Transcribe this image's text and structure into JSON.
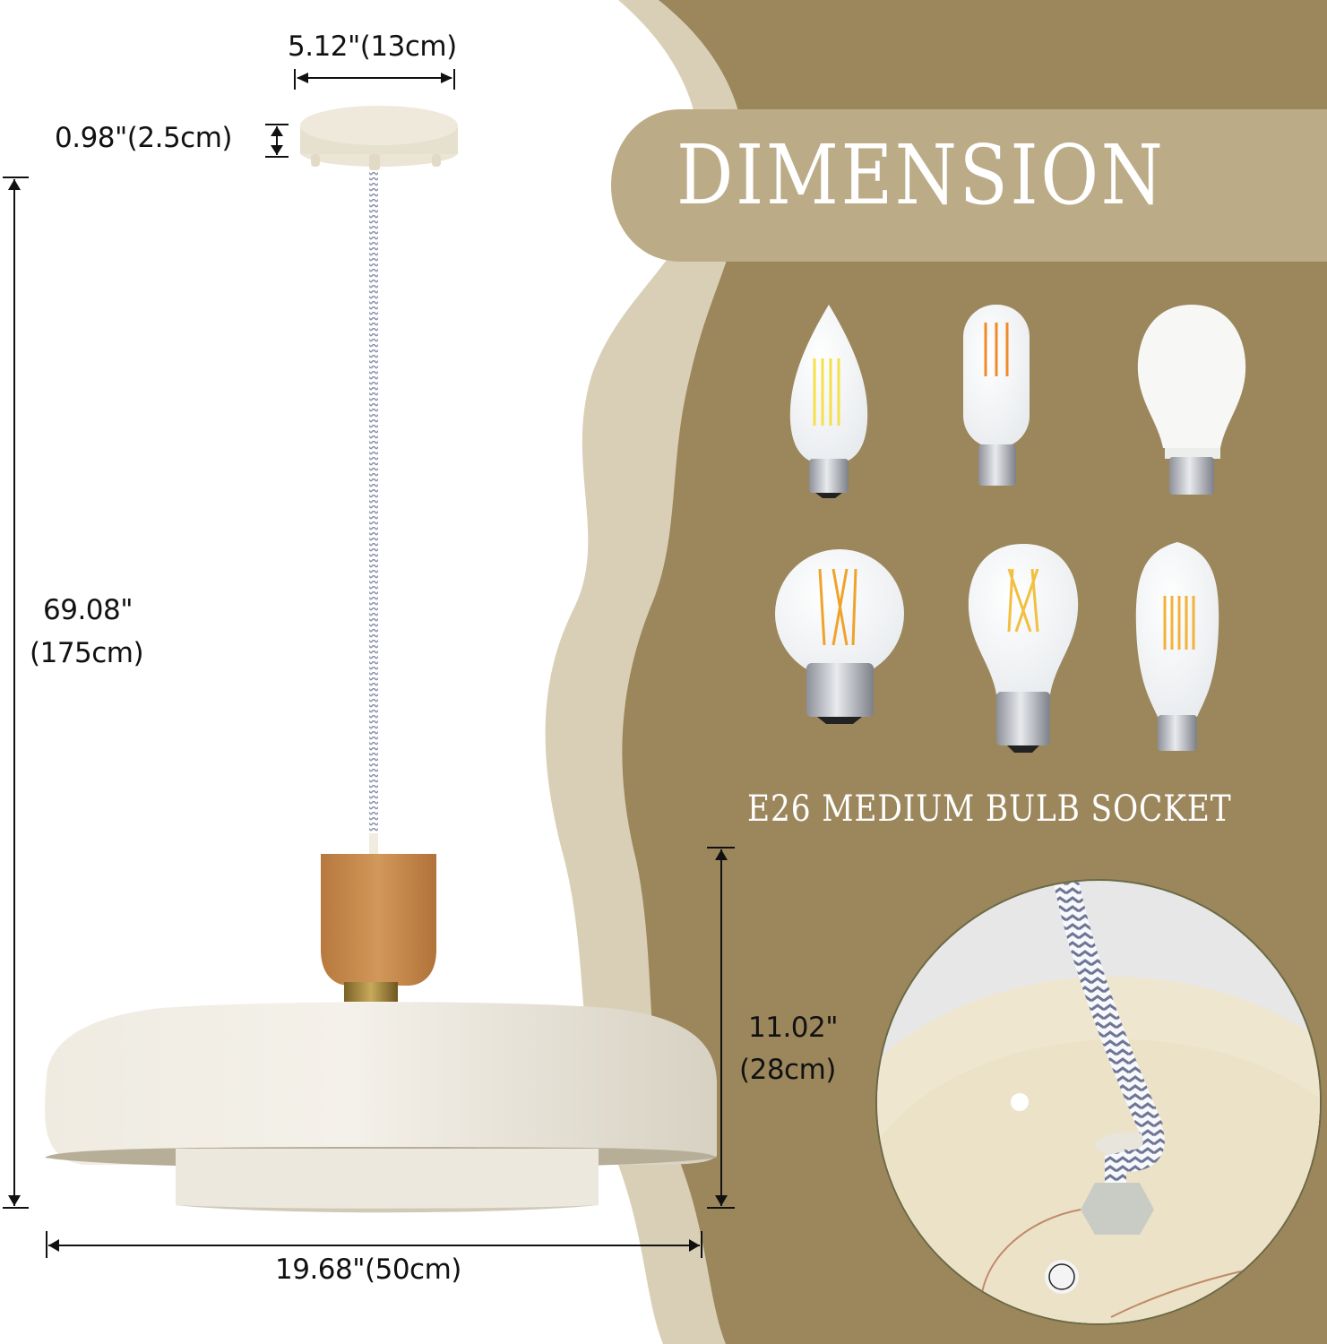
{
  "title": "DIMENSION",
  "socket_label": "E26 MEDIUM BULB SOCKET",
  "dimensions": {
    "canopy_width": "5.12\"(13cm)",
    "canopy_height": "0.98\"(2.5cm)",
    "total_height_in": "69.08\"",
    "total_height_cm": "(175cm)",
    "shade_height_in": "11.02\"",
    "shade_height_cm": "(28cm)",
    "shade_width": "19.68\"(50cm)"
  },
  "bulbs": [
    {
      "type": "candle-filament-bulb"
    },
    {
      "type": "tubular-filament-bulb"
    },
    {
      "type": "a19-led-bulb"
    },
    {
      "type": "globe-filament-bulb"
    },
    {
      "type": "a19-filament-bulb"
    },
    {
      "type": "st64-edison-bulb"
    }
  ],
  "colors": {
    "background": "#ffffff",
    "panel_dark": "#9c875c",
    "panel_light": "#bbab86",
    "panel_edge": "#d9cfb6",
    "shade": "#e9e5da",
    "wood": "#c88a4c",
    "brass": "#a8893e"
  }
}
